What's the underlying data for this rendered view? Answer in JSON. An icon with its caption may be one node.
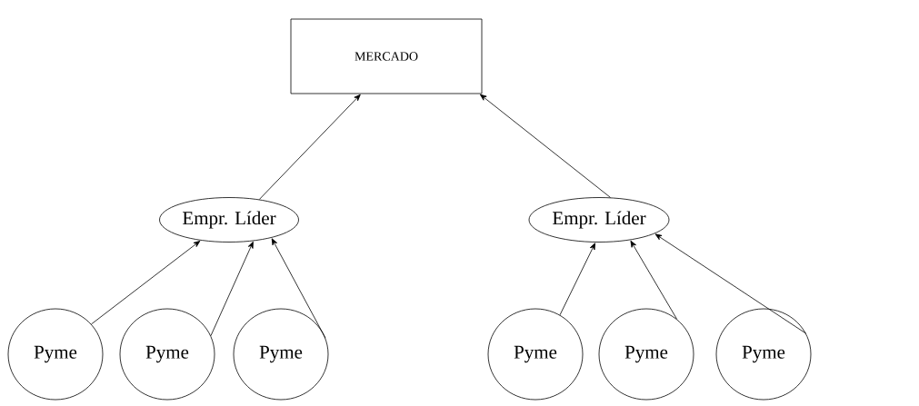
{
  "diagram": {
    "nodes": [
      {
        "text": [
          "MERCADO"
        ]
      },
      {
        "text": [
          "Empr. Líder"
        ]
      },
      {
        "text": [
          "Empr. Líder"
        ]
      },
      {
        "text": [
          "Pyme"
        ]
      },
      {
        "text": [
          "Pyme"
        ]
      },
      {
        "text": [
          "Pyme"
        ]
      },
      {
        "text": [
          "Pyme"
        ]
      },
      {
        "text": [
          "Pyme"
        ]
      },
      {
        "text": [
          "Pyme"
        ]
      }
    ],
    "edges": [
      {
        "from": 1,
        "to": 0,
        "arrow": "to"
      },
      {
        "from": 2,
        "to": 0,
        "arrow": "to"
      },
      {
        "from": 3,
        "to": 1,
        "arrow": "to"
      },
      {
        "from": 4,
        "to": 1,
        "arrow": "to"
      },
      {
        "from": 5,
        "to": 1,
        "arrow": "to"
      },
      {
        "from": 6,
        "to": 2,
        "arrow": "to"
      },
      {
        "from": 7,
        "to": 2,
        "arrow": "to"
      },
      {
        "from": 8,
        "to": 2,
        "arrow": "to"
      }
    ]
  }
}
